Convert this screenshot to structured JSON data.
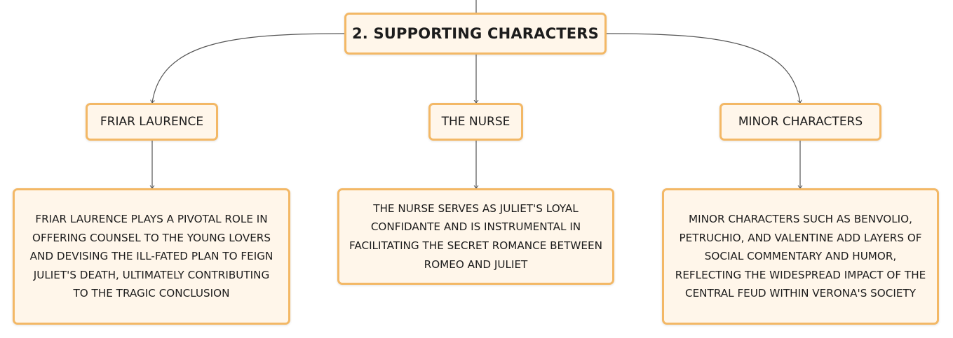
{
  "root": {
    "label": "2. SUPPORTING CHARACTERS"
  },
  "branches": [
    {
      "label": "FRIAR LAURENCE",
      "detail": "FRIAR LAURENCE PLAYS A PIVOTAL ROLE IN OFFERING COUNSEL TO THE YOUNG LOVERS AND DEVISING THE ILL-FATED PLAN TO FEIGN JULIET'S DEATH, ULTIMATELY CONTRIBUTING TO THE TRAGIC CONCLUSION"
    },
    {
      "label": "THE NURSE",
      "detail": "THE NURSE SERVES AS JULIET'S LOYAL CONFIDANTE AND IS INSTRUMENTAL IN FACILITATING THE SECRET ROMANCE BETWEEN ROMEO AND JULIET"
    },
    {
      "label": "MINOR CHARACTERS",
      "detail": "MINOR CHARACTERS SUCH AS BENVOLIO, PETRUCHIO, AND VALENTINE ADD LAYERS OF SOCIAL COMMENTARY AND HUMOR, REFLECTING THE WIDESPREAD IMPACT OF THE CENTRAL FEUD WITHIN VERONA'S SOCIETY"
    }
  ],
  "colors": {
    "node_fill": "#fff6ea",
    "node_border": "#f3b866",
    "connector": "#555555"
  }
}
